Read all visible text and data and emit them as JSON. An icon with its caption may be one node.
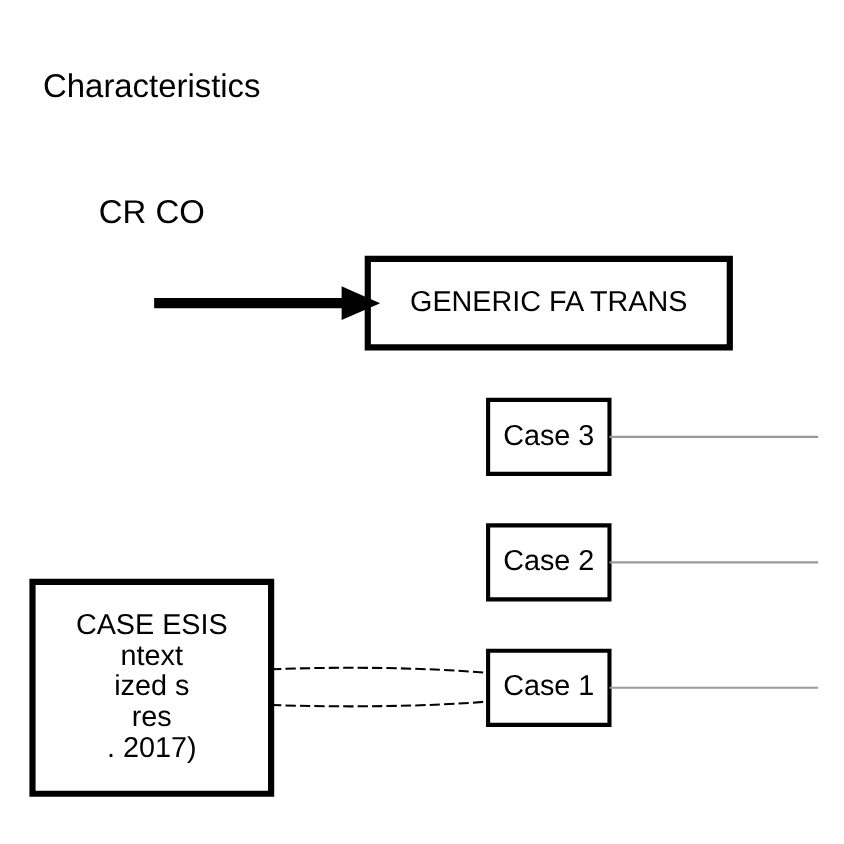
{
  "diagram": {
    "nodes": [
      {
        "text": [
          "CASE ESIS",
          "ntext",
          "ized s",
          "res",
          ". 2017)"
        ]
      },
      {
        "text": [
          "Case 1"
        ]
      },
      {
        "text": [
          "Case 2"
        ]
      },
      {
        "text": [
          "Case 3"
        ]
      },
      {
        "text": [
          "GENERIC FA TRANS"
        ]
      }
    ],
    "edges": [
      {
        "from": 0,
        "to": 1,
        "arrow": "none",
        "style": "dashed"
      },
      {
        "from": 0,
        "to": 1,
        "arrow": "none",
        "style": "dashed"
      },
      {
        "from": 1,
        "to": null,
        "arrow": "none",
        "color": "#999999"
      },
      {
        "from": 2,
        "to": null,
        "arrow": "none",
        "color": "#999999"
      },
      {
        "from": 3,
        "to": null,
        "arrow": "none",
        "color": "#999999"
      },
      {
        "from": null,
        "to": 4,
        "arrow": "to",
        "style": "thick"
      }
    ],
    "labels": [
      "CR CO",
      "Characteristics"
    ]
  }
}
